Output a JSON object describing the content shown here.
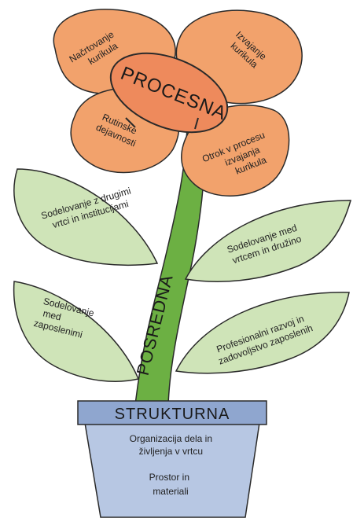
{
  "colors": {
    "petal": "#f2a26c",
    "center": "#ee8a5c",
    "leaf": "#cfe4b8",
    "stem": "#6cb043",
    "pot_rim": "#8fa6cf",
    "pot_body": "#b7c7e3",
    "outline": "#2a2a2a"
  },
  "flower": {
    "center_label": "PROCESNA",
    "petals": [
      {
        "lines": [
          "Načrtovanje",
          "kurikula"
        ]
      },
      {
        "lines": [
          "Izvajanje",
          "kurikula"
        ]
      },
      {
        "lines": [
          "Rutinske",
          "dejavnosti"
        ]
      },
      {
        "lines": [
          "Otrok v procesu",
          "izvajanja",
          "kurikula"
        ]
      }
    ]
  },
  "stem": {
    "label": "POSREDNA"
  },
  "leaves": [
    {
      "lines": [
        "Sodelovanje z drugimi",
        "vrtci in institucijami"
      ]
    },
    {
      "lines": [
        "Sodelovanje med",
        "vrtcem in družino"
      ]
    },
    {
      "lines": [
        "Sodelovanje",
        "med",
        "zaposlenimi"
      ]
    },
    {
      "lines": [
        "Profesionalni razvoj in",
        "zadovoljstvo zaposlenih"
      ]
    }
  ],
  "pot": {
    "rim_label": "STRUKTURNA",
    "lines": [
      "Organizacija dela in",
      "življenja v vrtcu",
      "",
      "Prostor in",
      "materiali"
    ]
  }
}
